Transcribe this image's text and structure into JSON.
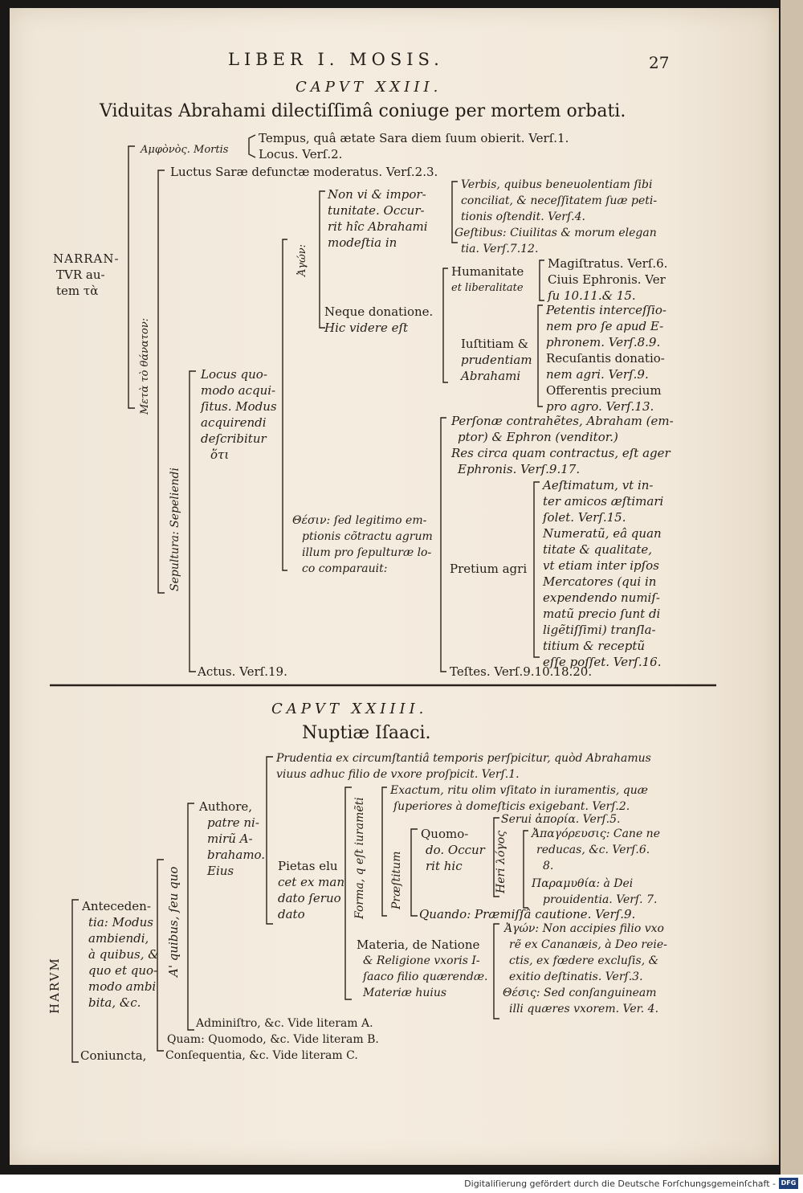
{
  "header": {
    "running_title": "LIBER I. MOSIS.",
    "page_number": "27"
  },
  "chapter23": {
    "caput": "CAPVT XXIII.",
    "title": "Viduitas Abrahami dilectiſſimâ coniuge per mortem orbati.",
    "narrantur_lines": [
      "NARRAN-",
      "TVR au-",
      "tem τὰ"
    ],
    "mortis": "Αμφὸνὸς. Mortis",
    "tempus": "Tempus, quâ ætate Sara diem ſuum obierit. Verſ.1.",
    "locus_mortis": "Locus. Verſ.2.",
    "luctus": "Luctus Saræ defunctæ moderatus. Verſ.2.3.",
    "meta_vertical": "Μετὰ τὸ θάνατον:",
    "sepultura_vertical": "Sepultura: Sepeliendi",
    "agon_vertical": "Ἀγών:",
    "locus_lines": [
      "Locus quo-",
      "modo acqui-",
      "ſitus. Modus",
      "acquirendi",
      "deſcribitur",
      "ὅτι"
    ],
    "non_vi_lines": [
      "Non vi & impor-",
      "tunitate. Occur-",
      "rit hîc Abrahami",
      "modeſtia in"
    ],
    "verbis_lines": [
      "Verbis, quibus beneuolentiam ſibi",
      "conciliat, & neceſſitatem ſuæ peti-",
      "tionis oſtendit. Verſ.4."
    ],
    "gestibus_lines": [
      "Geſtibus: Ciuilitas & morum elegan",
      "tia. Verſ.7.12."
    ],
    "humanitate_lines": [
      "Humanitate",
      "et liberalitate"
    ],
    "magistratus": "Magiſtratus. Verſ.6.",
    "ciuis_lines": [
      "Ciuis Ephronis. Ver",
      "ſu 10.11.& 15."
    ],
    "neque_lines": [
      "Neque donatione.",
      "Hic videre eſt"
    ],
    "iustitiam_lines": [
      "Iuſtitiam &",
      "prudentiam",
      "Abrahami"
    ],
    "petentis_lines": [
      "Petentis interceſſio-",
      "nem pro ſe apud E-",
      "phronem. Verſ.8.9."
    ],
    "recusantis_lines": [
      "Recuſantis donatio-",
      "nem agri. Verſ.9."
    ],
    "offerentis_lines": [
      "Offerentis precium",
      "pro agro. Verſ.13."
    ],
    "personae_lines": [
      "Perſonæ contrahẽtes, Abraham (em-",
      "ptor) & Ephron (venditor.)"
    ],
    "res_lines": [
      "Res circa quam contractus, eſt ager",
      "Ephronis. Verſ.9.17."
    ],
    "thesin_lines": [
      "Θέσιν: ſed legitimo em-",
      "ptionis cõtractu agrum",
      "illum pro ſepulturæ lo-",
      "co comparauit:"
    ],
    "aestimatum_lines": [
      "Aeſtimatum, vt in-",
      "ter amicos æſtimari",
      "ſolet. Verſ.15."
    ],
    "pretium": "Pretium agri",
    "numeratu_lines": [
      "Numeratũ, eâ quan",
      "titate & qualitate,",
      "vt etiam inter ipſos",
      "Mercatores (qui in",
      "expendendo numiſ-",
      "matũ precio ſunt di",
      "ligẽtiſſimi) tranſla-",
      "titium & receptũ",
      "eſſe poſſet. Verſ.16."
    ],
    "actus": "Actus. Verſ.19.",
    "testes": "Teſtes. Verſ.9.10.18.20."
  },
  "chapter24": {
    "caput": "CAPVT XXIIII.",
    "title": "Nuptiæ Iſaaci.",
    "harum_vertical": "HARVM",
    "antecedentia_lines": [
      "Anteceden-",
      "tia: Modus",
      "ambiendi,",
      "à quibus, &",
      "quo et quo-",
      "modo ambi",
      "bita, &c."
    ],
    "a_quibus_vertical": "A' quibus, ſeu quo",
    "prudentia_lines": [
      "Prudentia ex circumſtantiâ temporis perſpicitur, quòd Abrahamus",
      "viuus adhuc filio de vxore proſpicit. Verſ.1."
    ],
    "authore_lines": [
      "Authore,",
      "patre ni-",
      "mirũ A-",
      "brahamo.",
      "Eius"
    ],
    "pietas_lines": [
      "Pietas elu",
      "cet ex man",
      "dato ſeruo",
      "dato"
    ],
    "forma_vertical": "Forma, q eſt iuramẽti",
    "praestitum_vertical": "Præſtitum",
    "exactum_lines": [
      "Exactum, ritu olim vſitato in iuramentis, quæ",
      "ſuperiores à domeſticis exigebant. Verſ.2."
    ],
    "quomodo_lines": [
      "Quomo-",
      "do. Occur",
      "rit hic"
    ],
    "heri_vertical": "Heri λόγος",
    "serui": "Serui ἀπορία. Verſ.5.",
    "apagoreusis_lines": [
      "Ἀπαγόρευσις: Cane ne",
      "reducas, &c. Verſ.6.",
      "8."
    ],
    "paramythia_lines": [
      "Παραμυθία: à Dei",
      "prouidentia. Verſ. 7."
    ],
    "quando": "Quando: Præmiſſâ cautione. Verſ.9.",
    "materia_lines": [
      "Materia, de Natione",
      "& Religione vxoris I-",
      "ſaaco filio quærendæ.",
      "Materiæ huius"
    ],
    "agon_lines": [
      "Ἀγών: Non accipies filio vxo",
      "rẽ ex Cananæis, à Deo reie-",
      "ctis, ex fœdere excluſis, &",
      "exitio deſtinatis. Verſ.3."
    ],
    "thesis_lines": [
      "Θέσις: Sed conſanguineam",
      "illi quæres vxorem. Ver. 4."
    ],
    "administro": "Adminiſtro, &c. Vide literam A.",
    "quam": "Quam: Quomodo, &c. Vide literam B.",
    "coniuncta": "Coniuncta,",
    "consequentia": "Conſequentia, &c. Vide literam C."
  },
  "footer": {
    "credit": "Digitaliſierung gefördert durch die Deutsche Forſchungsgemeinſchaft -",
    "logo_text": "DFG"
  }
}
